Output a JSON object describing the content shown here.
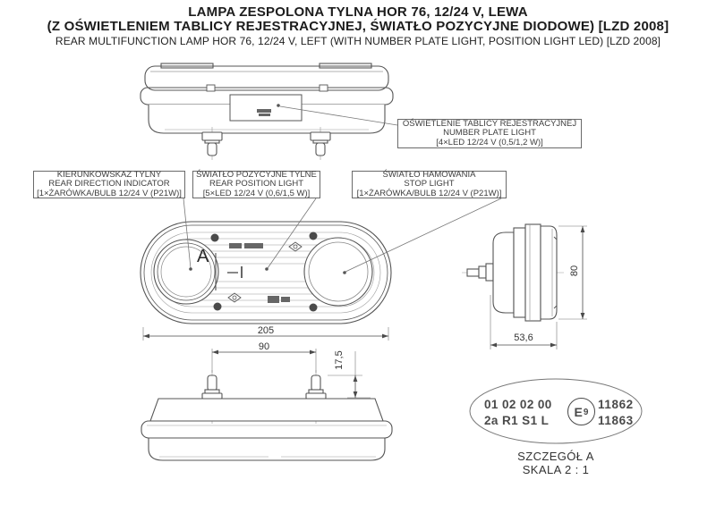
{
  "title": {
    "line1": "LAMPA ZESPOLONA TYLNA HOR 76, 12/24 V, LEWA",
    "line2": "(Z OŚWIETLENIEM TABLICY REJESTRACYJNEJ, ŚWIATŁO POZYCYJNE DIODOWE) [LZD 2008]",
    "line3": "REAR MULTIFUNCTION LAMP HOR 76, 12/24 V, LEFT (WITH NUMBER PLATE LIGHT, POSITION LIGHT LED) [LZD 2008]"
  },
  "callouts": {
    "number_plate": {
      "line1": "OŚWIETLENIE TABLICY REJESTRACYJNEJ",
      "line2": "NUMBER PLATE LIGHT",
      "line3": "[4×LED 12/24 V (0,5/1,2 W)]"
    },
    "direction_indicator": {
      "line1": "KIERUNKOWSKAZ TYLNY",
      "line2": "REAR DIRECTION INDICATOR",
      "line3": "[1×ŻARÓWKA/BULB 12/24 V (P21W)]"
    },
    "position_light": {
      "line1": "ŚWIATŁO POZYCYJNE TYLNE",
      "line2": "REAR POSITION LIGHT",
      "line3": "[5×LED 12/24 V (0,6/1,5 W)]"
    },
    "stop_light": {
      "line1": "ŚWIATŁO HAMOWANIA",
      "line2": "STOP LIGHT",
      "line3": "[1×ŻARÓWKA/BULB 12/24 V (P21W)]"
    }
  },
  "dimensions": {
    "overall_width": "205",
    "stud_spacing": "90",
    "stud_height": "17,5",
    "body_height": "80",
    "body_depth": "53,6"
  },
  "detail_a": {
    "marker": "A",
    "codes_row1": "01 02 02 00",
    "approval_row1": "11862",
    "codes_row2": "2a R1 S1 L",
    "approval_row2": "11863",
    "e_mark_letter": "E",
    "e_mark_digit": "9",
    "caption_title": "SZCZEGÓŁ A",
    "caption_scale": "SKALA 2 : 1"
  },
  "colors": {
    "main_line": "#555555",
    "light_line": "#999999",
    "text": "#2e2e2e"
  }
}
